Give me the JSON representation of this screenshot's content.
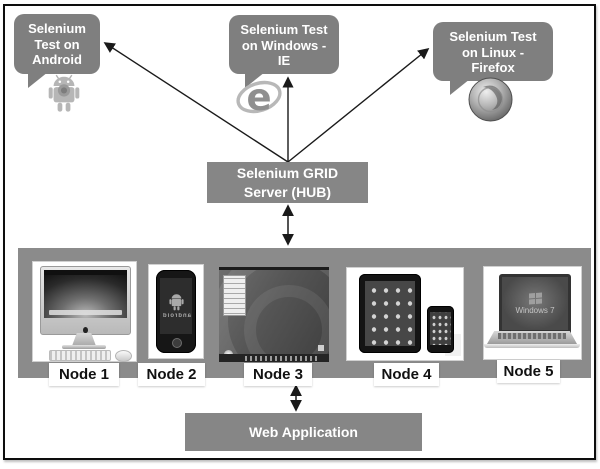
{
  "diagram": {
    "bubbles": [
      {
        "id": "android",
        "lines": [
          "Selenium",
          "Test on",
          "Android"
        ]
      },
      {
        "id": "windows-ie",
        "lines": [
          "Selenium Test",
          "on Windows -",
          "IE"
        ]
      },
      {
        "id": "linux-firefox",
        "lines": [
          "Selenium Test",
          "on Linux -",
          "Firefox"
        ]
      }
    ],
    "hub": {
      "lines": [
        "Selenium GRID",
        "Server (HUB)"
      ]
    },
    "nodes": [
      {
        "label": "Node 1",
        "device": "imac-desktop"
      },
      {
        "label": "Node 2",
        "device": "android-phone",
        "screen_text": "android"
      },
      {
        "label": "Node 3",
        "device": "linux-desktop-screenshot"
      },
      {
        "label": "Node 4",
        "device": "ipad-and-iphone"
      },
      {
        "label": "Node 5",
        "device": "windows7-laptop",
        "screen_text": "Windows 7"
      }
    ],
    "web_app": {
      "label": "Web Application"
    },
    "icons": {
      "android": "android-robot-icon",
      "ie": "internet-explorer-icon",
      "firefox": "firefox-globe-icon"
    },
    "colors": {
      "bubble_gray": "#7f7f7f",
      "box_gray": "#868686",
      "band_gray": "#8b8b8b",
      "text_white": "#ffffff",
      "node_label_text": "#111111",
      "arrow_black": "#1a1a1a"
    }
  }
}
